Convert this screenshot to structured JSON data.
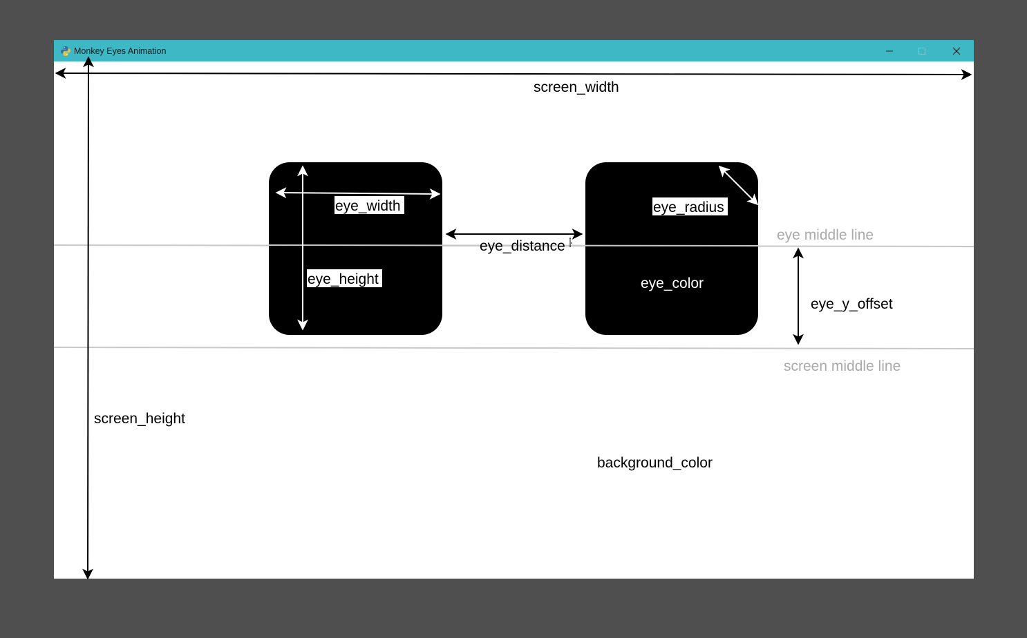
{
  "window": {
    "title": "Monkey Eyes Animation",
    "icon": "python-icon",
    "controls": [
      "minimize-icon",
      "maximize-icon",
      "close-icon"
    ]
  },
  "labels": {
    "screen_width": "screen_width",
    "screen_height": "screen_height",
    "eye_width": "eye_width",
    "eye_height": "eye_height",
    "eye_distance": "eye_distance",
    "eye_radius": "eye_radius",
    "eye_color": "eye_color",
    "eye_y_offset": "eye_y_offset",
    "eye_middle_line": "eye middle line",
    "screen_middle_line": "screen middle line",
    "background_color": "background_color"
  },
  "colors": {
    "titlebar": "#3eb8c4",
    "outer_background": "#4f4f4f",
    "screen_background": "#ffffff",
    "eye_fill": "#000000",
    "guide_line": "#c8c8c8",
    "guide_text": "#aaaaaa"
  }
}
